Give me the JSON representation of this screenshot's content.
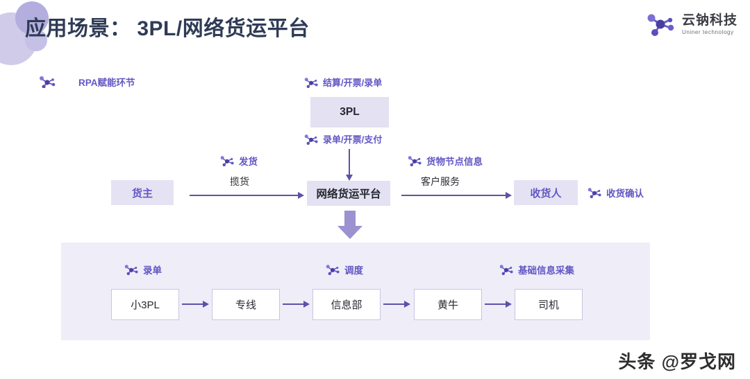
{
  "header": {
    "title": "应用场景： 3PL/网络货运平台",
    "logo": {
      "icon": "molecule-logo-icon",
      "cn": "云钠科技",
      "en": "Uniner technology"
    }
  },
  "legend": {
    "icon": "molecule-icon",
    "label": "RPA赋能环节"
  },
  "colors": {
    "accent_purple": "#6257c4",
    "arrow_purple": "#5b52a8",
    "box_lavender": "#e3e1f2",
    "panel_lavender": "#efedf8",
    "title_navy": "#2f3b56",
    "block_arrow": "#9b92d0"
  },
  "flow": {
    "nodes": [
      {
        "id": "3pl",
        "label": "3PL",
        "style": "lavender-dark-text"
      },
      {
        "id": "shipper",
        "label": "货主",
        "style": "lavender-purple-text"
      },
      {
        "id": "platform",
        "label": "网络货运平台",
        "style": "lavender-dark-text"
      },
      {
        "id": "consignee",
        "label": "收货人",
        "style": "lavender-purple-text"
      }
    ],
    "tags": [
      {
        "id": "settle",
        "label": "结算/开票/录单"
      },
      {
        "id": "entry-pay",
        "label": "录单/开票/支付"
      },
      {
        "id": "ship",
        "label": "发货"
      },
      {
        "id": "cargo-node",
        "label": "货物节点信息"
      },
      {
        "id": "receive-confirm",
        "label": "收货确认"
      }
    ],
    "edges": [
      {
        "id": "shipper-platform",
        "label": "揽货"
      },
      {
        "id": "platform-consignee",
        "label": "客户服务"
      }
    ]
  },
  "panel": {
    "tags": [
      {
        "id": "order-entry",
        "label": "录单"
      },
      {
        "id": "dispatch",
        "label": "调度"
      },
      {
        "id": "basic-info",
        "label": "基础信息采集"
      }
    ],
    "nodes": [
      {
        "id": "small3pl",
        "label": "小3PL"
      },
      {
        "id": "dedicated-line",
        "label": "专线"
      },
      {
        "id": "info-dept",
        "label": "信息部"
      },
      {
        "id": "broker",
        "label": "黄牛"
      },
      {
        "id": "driver",
        "label": "司机"
      }
    ]
  },
  "watermark": {
    "label": "头条 @罗戈网"
  }
}
